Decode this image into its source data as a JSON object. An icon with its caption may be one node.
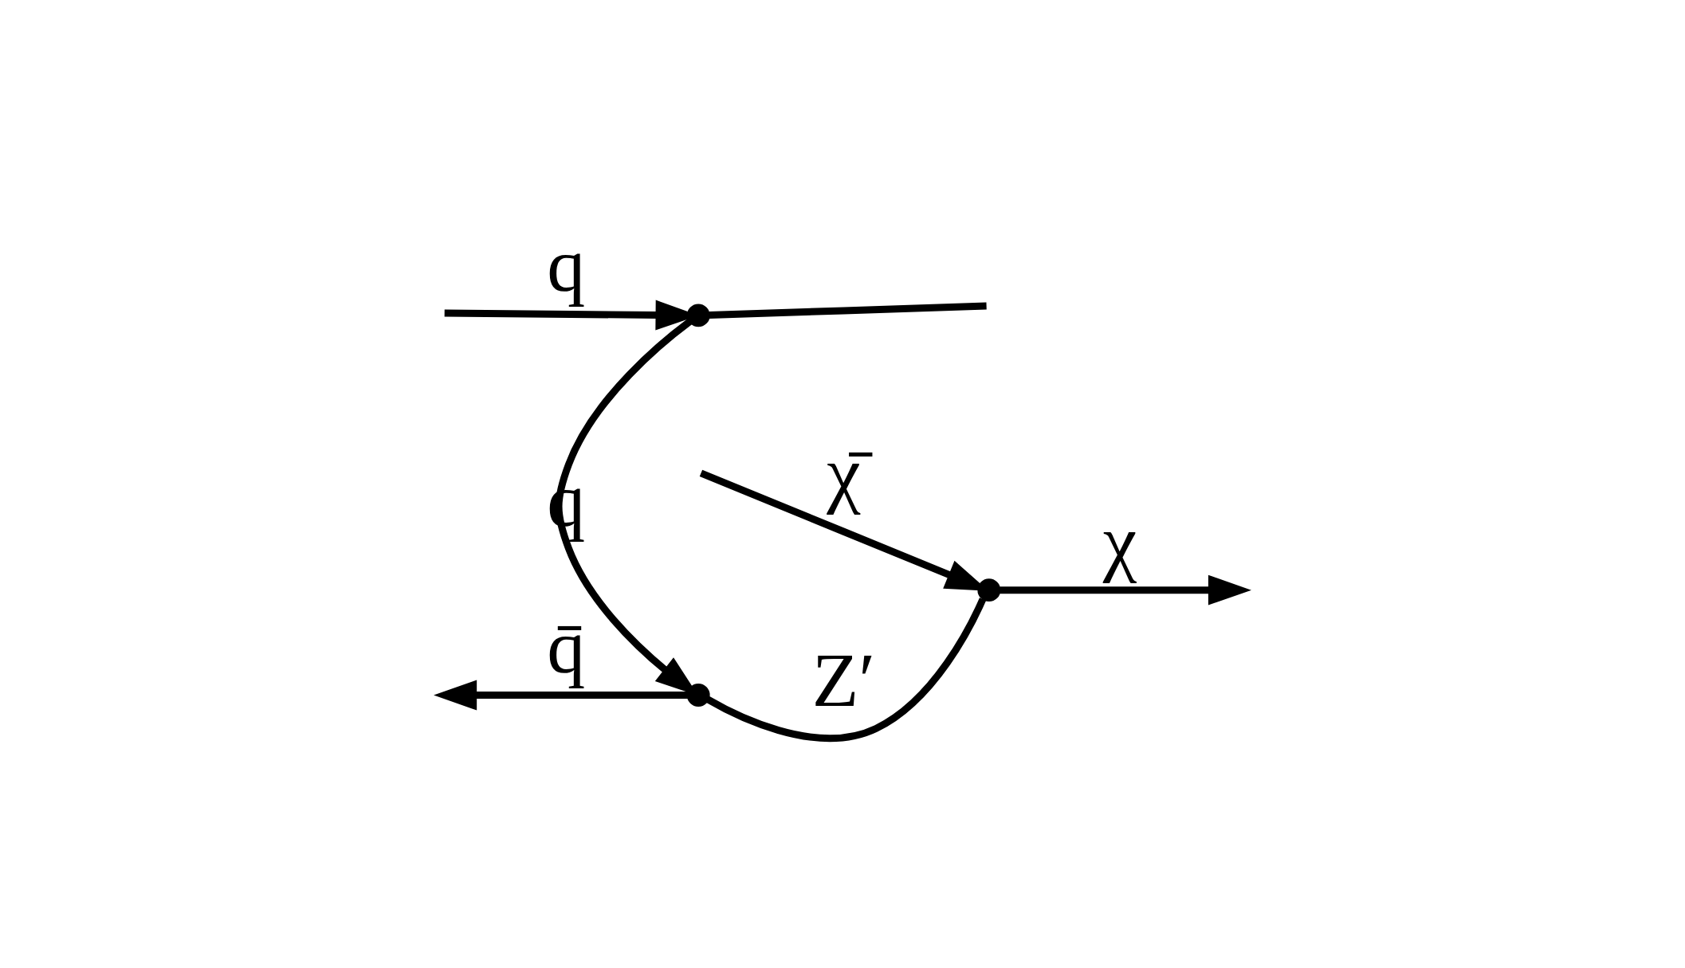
{
  "diagram": {
    "nodes": [
      {
        "text": [],
        "shape": "point"
      },
      {
        "text": [],
        "shape": "point"
      },
      {
        "text": [],
        "shape": "point"
      }
    ],
    "edges": [
      {
        "from": 0,
        "to": null,
        "arrow": "to",
        "label": "q̄"
      },
      {
        "from": 0,
        "to": 1,
        "arrow": "none",
        "label": "Z′"
      },
      {
        "from": null,
        "to": 1,
        "arrow": "to",
        "label": "χ̄"
      },
      {
        "from": 1,
        "to": null,
        "arrow": "to",
        "label": "χ"
      },
      {
        "from": 2,
        "to": 0,
        "arrow": "to",
        "label": "q"
      },
      {
        "from": 2,
        "to": null,
        "arrow": "none"
      },
      {
        "from": null,
        "to": 2,
        "arrow": "to",
        "label": "q"
      }
    ]
  }
}
